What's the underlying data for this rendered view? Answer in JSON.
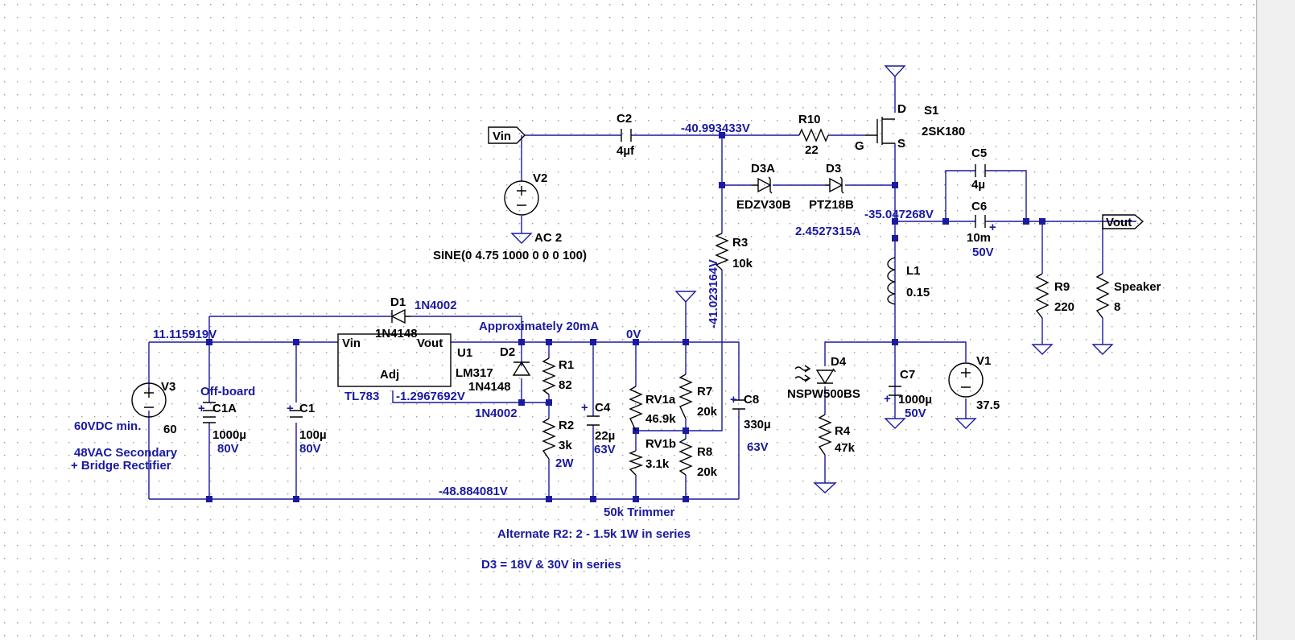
{
  "schematic": {
    "components": {
      "c2": {
        "ref": "C2",
        "value": "4µf"
      },
      "r10": {
        "ref": "R10",
        "value": "22"
      },
      "s1": {
        "ref": "S1",
        "value": "2SK180",
        "d": "D",
        "g": "G",
        "s": "S"
      },
      "c5": {
        "ref": "C5",
        "value": "4µ"
      },
      "c6": {
        "ref": "C6",
        "value": "10m",
        "rating": "50V",
        "plus": "+"
      },
      "d3a": {
        "ref": "D3A",
        "value": "EDZV30B"
      },
      "d3": {
        "ref": "D3",
        "value": "PTZ18B"
      },
      "v2": {
        "ref": "V2",
        "value": "AC 2",
        "spec": "SINE(0 4.75 1000 0 0 0 100)"
      },
      "r3": {
        "ref": "R3",
        "value": "10k"
      },
      "l1": {
        "ref": "L1",
        "value": "0.15"
      },
      "r9": {
        "ref": "R9",
        "value": "220"
      },
      "speaker": {
        "ref": "Speaker",
        "value": "8"
      },
      "d1": {
        "ref": "D1",
        "value": "1N4002",
        "alt": "1N4148"
      },
      "u1": {
        "ref": "U1",
        "value": "LM317",
        "alt": "TL783",
        "vin": "Vin",
        "vout": "Vout",
        "adj": "Adj"
      },
      "d2": {
        "ref": "D2",
        "value": "1N4148",
        "alt": "1N4002"
      },
      "r1": {
        "ref": "R1",
        "value": "82"
      },
      "r2": {
        "ref": "R2",
        "value": "3k",
        "rating": "2W"
      },
      "c4": {
        "ref": "C4",
        "value": "22µ",
        "rating": "63V",
        "plus": "+"
      },
      "rv1a": {
        "ref": "RV1a",
        "value": "46.9k"
      },
      "rv1b": {
        "ref": "RV1b",
        "value": "3.1k"
      },
      "r7": {
        "ref": "R7",
        "value": "20k"
      },
      "r8": {
        "ref": "R8",
        "value": "20k"
      },
      "c8": {
        "ref": "C8",
        "value": "330µ",
        "rating": "63V",
        "plus": "+"
      },
      "v3": {
        "ref": "V3",
        "value": "60",
        "note1": "60VDC min.",
        "note2": "48VAC Secondary",
        "note3": "+ Bridge Rectifier"
      },
      "c1a": {
        "ref": "C1A",
        "value": "1000µ",
        "rating": "80V",
        "plus": "+",
        "note": "Off-board"
      },
      "c1": {
        "ref": "C1",
        "value": "100µ",
        "rating": "80V",
        "plus": "+"
      },
      "d4": {
        "ref": "D4",
        "value": "NSPW500BS"
      },
      "r4": {
        "ref": "R4",
        "value": "47k"
      },
      "c7": {
        "ref": "C7",
        "value": "1000µ",
        "rating": "50V",
        "plus": "+"
      },
      "v1": {
        "ref": "V1",
        "value": "37.5"
      }
    },
    "ports": {
      "vin": "Vin",
      "vout": "Vout"
    },
    "probes": {
      "gate_node": "-40.993433V",
      "source_node": "-35.047268V",
      "source_current": "2.4527315A",
      "r3_node": "-41.023164V",
      "supply_node": "11.115919V",
      "adj_node": "-1.2967692V",
      "zero_node": "0V",
      "negative_rail": "-48.884081V"
    },
    "notes": {
      "current": "Approximately 20mA",
      "trimmer": "50k Trimmer",
      "alternate_r2": "Alternate R2: 2 - 1.5k 1W in series",
      "d3_series": "D3 = 18V & 30V in series"
    },
    "colors": {
      "wire": "#1a1aa0",
      "device": "#000000",
      "grid": "#9a9a9a",
      "label": "#1a1aa0",
      "background": "#ffffff"
    }
  }
}
